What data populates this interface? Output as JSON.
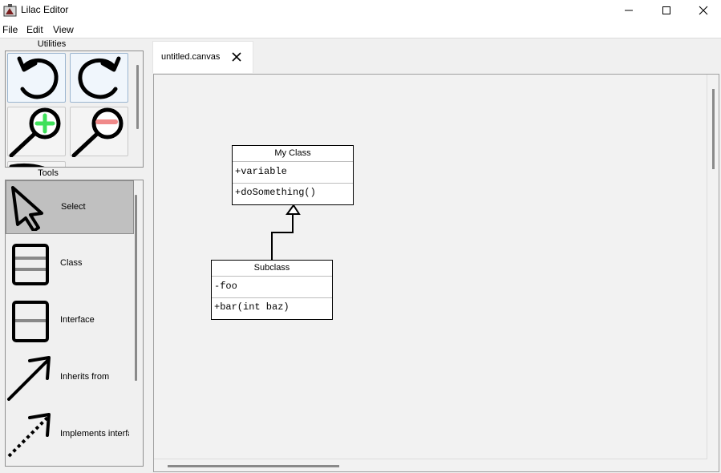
{
  "window": {
    "title": "Lilac Editor"
  },
  "menu": {
    "items": [
      "File",
      "Edit",
      "View"
    ]
  },
  "utilities": {
    "label": "Utilities",
    "buttons": [
      {
        "name": "undo",
        "icon": "undo-icon"
      },
      {
        "name": "redo",
        "icon": "redo-icon"
      },
      {
        "name": "zoom-in",
        "icon": "zoom-in-icon"
      },
      {
        "name": "zoom-out",
        "icon": "zoom-out-icon"
      }
    ]
  },
  "tools": {
    "label": "Tools",
    "items": [
      {
        "label": "Select",
        "icon": "select-cursor-icon",
        "selected": true
      },
      {
        "label": "Class",
        "icon": "class-icon",
        "selected": false
      },
      {
        "label": "Interface",
        "icon": "interface-icon",
        "selected": false
      },
      {
        "label": "Inherits from",
        "icon": "inherits-arrow-icon",
        "selected": false
      },
      {
        "label": "Implements interface",
        "icon": "implements-arrow-icon",
        "selected": false
      }
    ]
  },
  "tab": {
    "label": "untitled.canvas",
    "close_icon": "close-icon"
  },
  "diagram": {
    "classes": [
      {
        "name": "My Class",
        "attributes": "+variable",
        "operations": "+doSomething()"
      },
      {
        "name": "Subclass",
        "attributes": "-foo",
        "operations": "+bar(int baz)"
      }
    ],
    "relation": "inherits"
  },
  "colors": {
    "selected_tool": "#c0c0c0",
    "zoom_in_accent": "#3fe05a",
    "zoom_out_accent": "#f08a8a",
    "util_button_bg": "#f0f6fc"
  }
}
